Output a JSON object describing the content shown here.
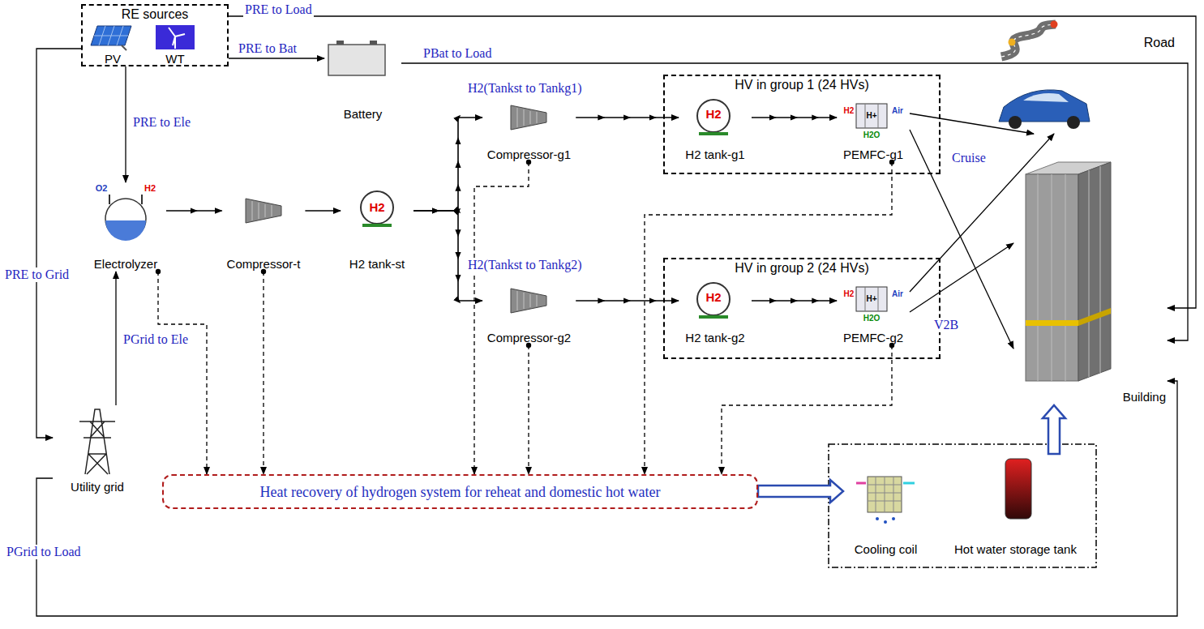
{
  "diagram": {
    "nodes": [
      {
        "text": [
          "RE sources"
        ]
      },
      {
        "text": [
          "PV"
        ],
        "in": 0
      },
      {
        "text": [
          "WT"
        ],
        "in": 0
      },
      {
        "text": [
          "Battery"
        ]
      },
      {
        "text": [
          "Electrolyzer"
        ]
      },
      {
        "text": [
          "Compressor-t"
        ]
      },
      {
        "text": [
          "H2 tank-st"
        ]
      },
      {
        "text": [
          "HV in group 1 (24 HVs)"
        ]
      },
      {
        "text": [
          "H2 tank-g1"
        ],
        "in": 7
      },
      {
        "text": [
          "PEMFC-g1"
        ],
        "in": 7
      },
      {
        "text": [
          "Compressor-g1"
        ]
      },
      {
        "text": [
          "HV in group 2 (24 HVs)"
        ]
      },
      {
        "text": [
          "H2 tank-g2"
        ],
        "in": 11
      },
      {
        "text": [
          "PEMFC-g2"
        ],
        "in": 11
      },
      {
        "text": [
          "Compressor-g2"
        ]
      },
      {
        "text": [
          "Road"
        ]
      },
      {
        "text": [
          "Building"
        ]
      },
      {
        "text": [
          "Utility grid"
        ]
      },
      {
        "text": [
          "Heat recovery of hydrogen system for reheat and domestic hot water"
        ]
      },
      {
        "text": [
          "Cooling coil"
        ]
      },
      {
        "text": [
          "Hot water storage tank"
        ]
      }
    ],
    "edges": [
      {
        "from": 0,
        "to": 16,
        "arrow": "to",
        "label": "PRE to Load"
      },
      {
        "from": 0,
        "to": 3,
        "arrow": "to",
        "label": "PRE to Bat"
      },
      {
        "from": 3,
        "to": 16,
        "arrow": "to",
        "label": "PBat to Load"
      },
      {
        "from": 0,
        "to": 4,
        "arrow": "to",
        "label": "PRE to Ele"
      },
      {
        "from": 0,
        "to": 17,
        "arrow": "to",
        "label": "PRE to Grid"
      },
      {
        "from": 17,
        "to": 4,
        "arrow": "to",
        "label": "PGrid to Ele"
      },
      {
        "from": 17,
        "to": 16,
        "arrow": "to",
        "label": "PGrid to Load"
      },
      {
        "from": 4,
        "to": 5,
        "arrow": "to"
      },
      {
        "from": 5,
        "to": 6,
        "arrow": "to"
      },
      {
        "from": 6,
        "to": 10,
        "arrow": "to",
        "label": "H2(Tankst to Tankg1)"
      },
      {
        "from": 6,
        "to": 14,
        "arrow": "to",
        "label": "H2(Tankst to Tankg2)"
      },
      {
        "from": 10,
        "to": 8,
        "arrow": "to"
      },
      {
        "from": 8,
        "to": 9,
        "arrow": "to"
      },
      {
        "from": 14,
        "to": 12,
        "arrow": "to"
      },
      {
        "from": 12,
        "to": 13,
        "arrow": "to"
      },
      {
        "from": 9,
        "to": 15,
        "arrow": "to",
        "label": "Cruise"
      },
      {
        "from": 9,
        "to": 16,
        "arrow": "to"
      },
      {
        "from": 13,
        "to": 15,
        "arrow": "to"
      },
      {
        "from": 13,
        "to": 16,
        "arrow": "to",
        "label": "V2B"
      },
      {
        "from": 4,
        "to": 18,
        "arrow": "to"
      },
      {
        "from": 5,
        "to": 18,
        "arrow": "to"
      },
      {
        "from": 10,
        "to": 18,
        "arrow": "to"
      },
      {
        "from": 14,
        "to": 18,
        "arrow": "to"
      },
      {
        "from": 9,
        "to": 18,
        "arrow": "to"
      },
      {
        "from": 13,
        "to": 18,
        "arrow": "to"
      },
      {
        "from": 18,
        "to": 19,
        "arrow": "to"
      },
      {
        "from": 20,
        "to": 16,
        "arrow": "to"
      }
    ],
    "labels": [
      "O2",
      "H2",
      "H2",
      "H2",
      "H2",
      "H+",
      "Air",
      "H2O",
      "H2",
      "H2",
      "H+",
      "Air",
      "H2O"
    ]
  }
}
